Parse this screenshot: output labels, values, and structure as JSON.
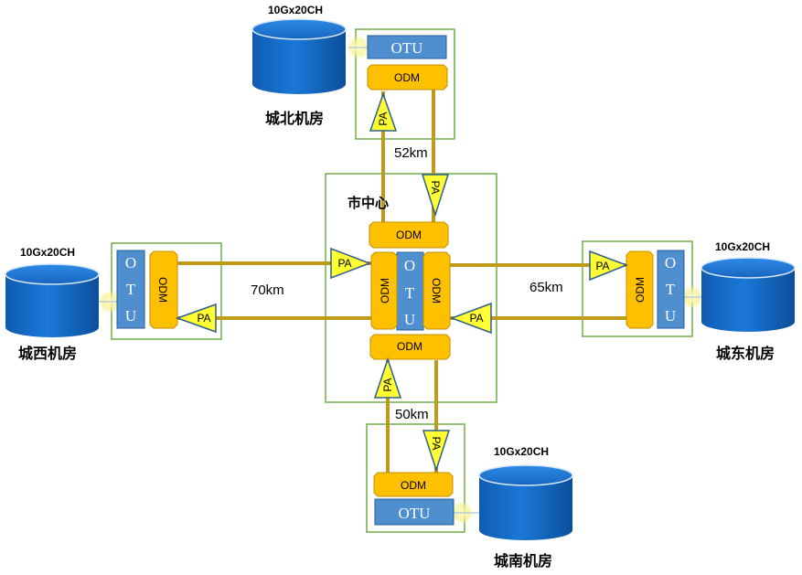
{
  "center": {
    "label": "市中心"
  },
  "rooms": {
    "north": {
      "name": "城北机房",
      "capacity": "10Gx20CH",
      "distance": "52km"
    },
    "west": {
      "name": "城西机房",
      "capacity": "10Gx20CH",
      "distance": "70km"
    },
    "east": {
      "name": "城东机房",
      "capacity": "10Gx20CH",
      "distance": "65km"
    },
    "south": {
      "name": "城南机房",
      "capacity": "10Gx20CH",
      "distance": "50km"
    }
  },
  "labels": {
    "otu": "OTU",
    "odm": "ODM",
    "pa": "PA"
  },
  "colors": {
    "fiber": "#c09a19",
    "odm": "#ffc000",
    "otu": "#4f8fd0",
    "pa": "#ffff33",
    "box_border": "#70ad47",
    "cylinder": "#1167c4"
  }
}
